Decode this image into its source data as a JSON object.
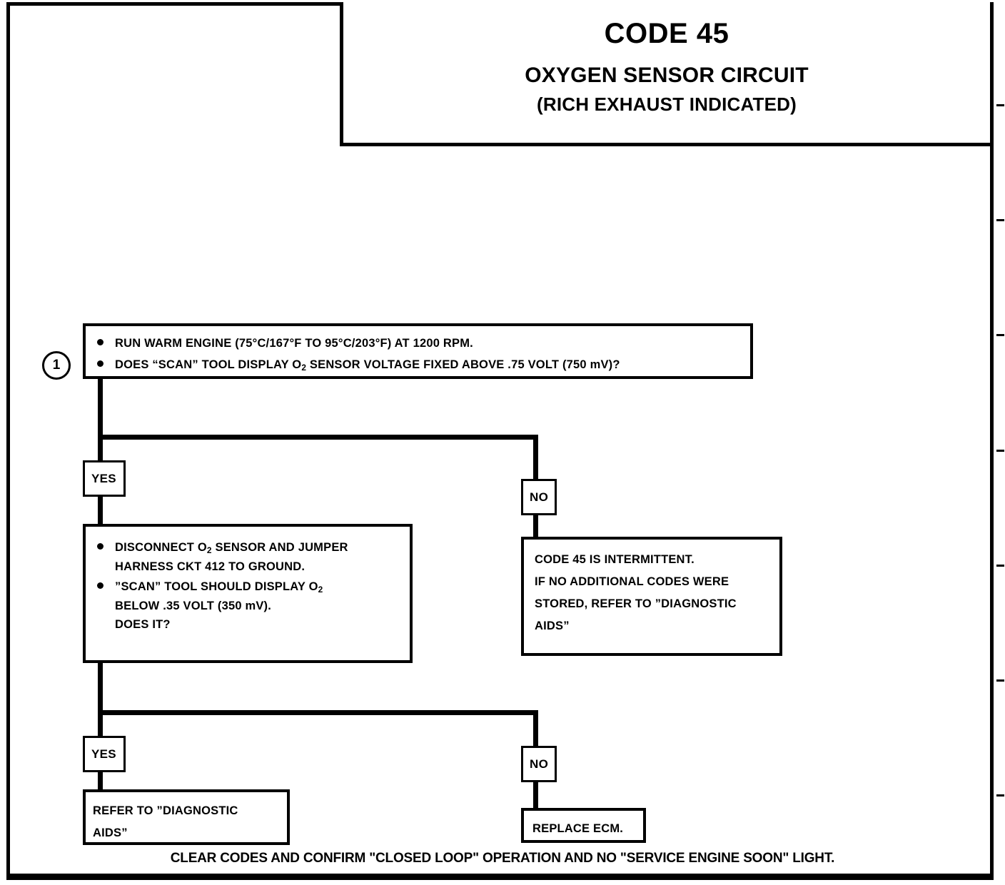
{
  "header": {
    "code": "CODE 45",
    "subtitle": "OXYGEN SENSOR CIRCUIT",
    "subtitle2": "(RICH EXHAUST INDICATED)"
  },
  "step_marker": {
    "number": "1"
  },
  "boxes": {
    "box1": {
      "bullet1": "RUN WARM ENGINE  (75°C/167°F TO 95°C/203°F) AT 1200 RPM.",
      "bullet2_pre": "DOES “SCAN” TOOL DISPLAY O",
      "bullet2_sub": "2",
      "bullet2_post": " SENSOR  VOLTAGE FIXED ABOVE .75 VOLT (750 mV)?"
    },
    "yes1": {
      "bullet1_pre": "DISCONNECT O",
      "bullet1_sub": "2",
      "bullet1_post": " SENSOR AND JUMPER\nHARNESS CKT 412 TO GROUND.",
      "bullet2_pre": "”SCAN” TOOL SHOULD DISPLAY O",
      "bullet2_sub": "2",
      "bullet2_post": "\nBELOW .35 VOLT (350 mV).\nDOES IT?"
    },
    "no1": {
      "text": "CODE 45 IS INTERMITTENT.\nIF NO ADDITIONAL CODES WERE\nSTORED, REFER TO  ”DIAGNOSTIC\nAIDS”"
    },
    "yes2": {
      "text": "REFER TO  ”DIAGNOSTIC\nAIDS”"
    },
    "no2": {
      "text": "REPLACE ECM."
    }
  },
  "tags": {
    "yes1": "YES",
    "no1": "NO",
    "yes2": "YES",
    "no2": "NO"
  },
  "footer": {
    "text": "CLEAR CODES AND CONFIRM \"CLOSED  LOOP\" OPERATION AND NO \"SERVICE ENGINE SOON\" LIGHT."
  },
  "colors": {
    "ink": "#000000",
    "paper": "#ffffff"
  }
}
